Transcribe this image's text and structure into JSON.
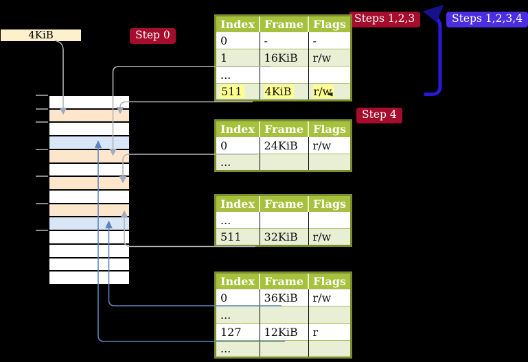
{
  "labels": {
    "page_size": "4KiB",
    "step0": "Step 0",
    "steps123": "Steps 1,2,3",
    "steps1234": "Steps 1,2,3,4",
    "step4": "Step 4"
  },
  "colors": {
    "background": "#000000",
    "table_header_green": "#a6c13b",
    "table_shaded_row": "#e9efd5",
    "table_border_olive": "#7d8d2f",
    "highlight_yellow": "#ffff8e",
    "strip_white": "#ffffff",
    "strip_peach": "#fce7cd",
    "strip_blue": "#d9e6f7",
    "label_box_cream": "#fcf0cd",
    "badge_red": "#a60c2c",
    "badge_blue_violet": "#4b2ee2",
    "arrow_gray": "#b5b5b5",
    "arrow_steel_blue": "#5f83bd",
    "arrow_bright_blue": "#2a19db",
    "arrowhead_navy": "#18118e"
  },
  "tables": [
    {
      "name": "page-table-top",
      "headers": [
        "Index",
        "Frame",
        "Flags"
      ],
      "rows": [
        {
          "cells": [
            "0",
            "-",
            "-"
          ],
          "shaded": false,
          "highlight": false
        },
        {
          "cells": [
            "1",
            "16KiB",
            "r/w"
          ],
          "shaded": true,
          "highlight": false
        },
        {
          "cells": [
            "...",
            "",
            ""
          ],
          "shaded": false,
          "highlight": false
        },
        {
          "cells": [
            "511",
            "4KiB",
            "r/w"
          ],
          "shaded": true,
          "highlight": true
        }
      ]
    },
    {
      "name": "page-table-second",
      "headers": [
        "Index",
        "Frame",
        "Flags"
      ],
      "rows": [
        {
          "cells": [
            "0",
            "24KiB",
            "r/w"
          ],
          "shaded": false,
          "highlight": false
        },
        {
          "cells": [
            "...",
            "",
            ""
          ],
          "shaded": true,
          "highlight": false
        }
      ]
    },
    {
      "name": "page-table-third",
      "headers": [
        "Index",
        "Frame",
        "Flags"
      ],
      "rows": [
        {
          "cells": [
            "...",
            "",
            ""
          ],
          "shaded": false,
          "highlight": false
        },
        {
          "cells": [
            "511",
            "32KiB",
            "r/w"
          ],
          "shaded": true,
          "highlight": false
        }
      ]
    },
    {
      "name": "page-table-bottom",
      "headers": [
        "Index",
        "Frame",
        "Flags"
      ],
      "rows": [
        {
          "cells": [
            "0",
            "36KiB",
            "r/w"
          ],
          "shaded": false,
          "highlight": false
        },
        {
          "cells": [
            "...",
            "",
            ""
          ],
          "shaded": true,
          "highlight": false
        },
        {
          "cells": [
            "127",
            "12KiB",
            "r"
          ],
          "shaded": false,
          "highlight": false
        },
        {
          "cells": [
            "...",
            "",
            ""
          ],
          "shaded": true,
          "highlight": false
        }
      ]
    }
  ],
  "memory_strip": {
    "rows": [
      "white",
      "peach",
      "white",
      "blue",
      "peach",
      "white",
      "peach",
      "white",
      "peach",
      "blue",
      "white",
      "white",
      "white",
      "white"
    ]
  },
  "arrows": [
    {
      "name": "arrow-4kib-label-to-strip",
      "color": "gray",
      "from": "4KiB label",
      "to": "memory row 2 (peach)"
    },
    {
      "name": "arrow-table1-index1-to-strip",
      "color": "gray",
      "from": "top table row 1 / 16KiB",
      "to": "memory row 5 (peach)"
    },
    {
      "name": "arrow-table1-index511-to-strip",
      "color": "gray",
      "from": "top table row 511 / 4KiB",
      "to": "memory row 2 (peach)"
    },
    {
      "name": "arrow-table2-index0-to-strip",
      "color": "gray",
      "from": "second table row 0 / 24KiB",
      "to": "memory row 7 (peach)"
    },
    {
      "name": "arrow-table3-index511-to-strip",
      "color": "gray",
      "from": "third table row 511 / 32KiB",
      "to": "memory row 9 (peach)"
    },
    {
      "name": "arrow-table4-index0-to-strip",
      "color": "steel-blue",
      "from": "bottom table row 0 / 36KiB",
      "to": "memory row 10 (blue)"
    },
    {
      "name": "arrow-table4-index127-to-strip",
      "color": "steel-blue",
      "from": "bottom table row 127 / 12KiB",
      "to": "memory row 4 (blue)"
    },
    {
      "name": "arrow-steps-loop",
      "color": "bright-blue",
      "from": "Step 4 area",
      "to": "Steps 1,2,3 badge"
    }
  ]
}
